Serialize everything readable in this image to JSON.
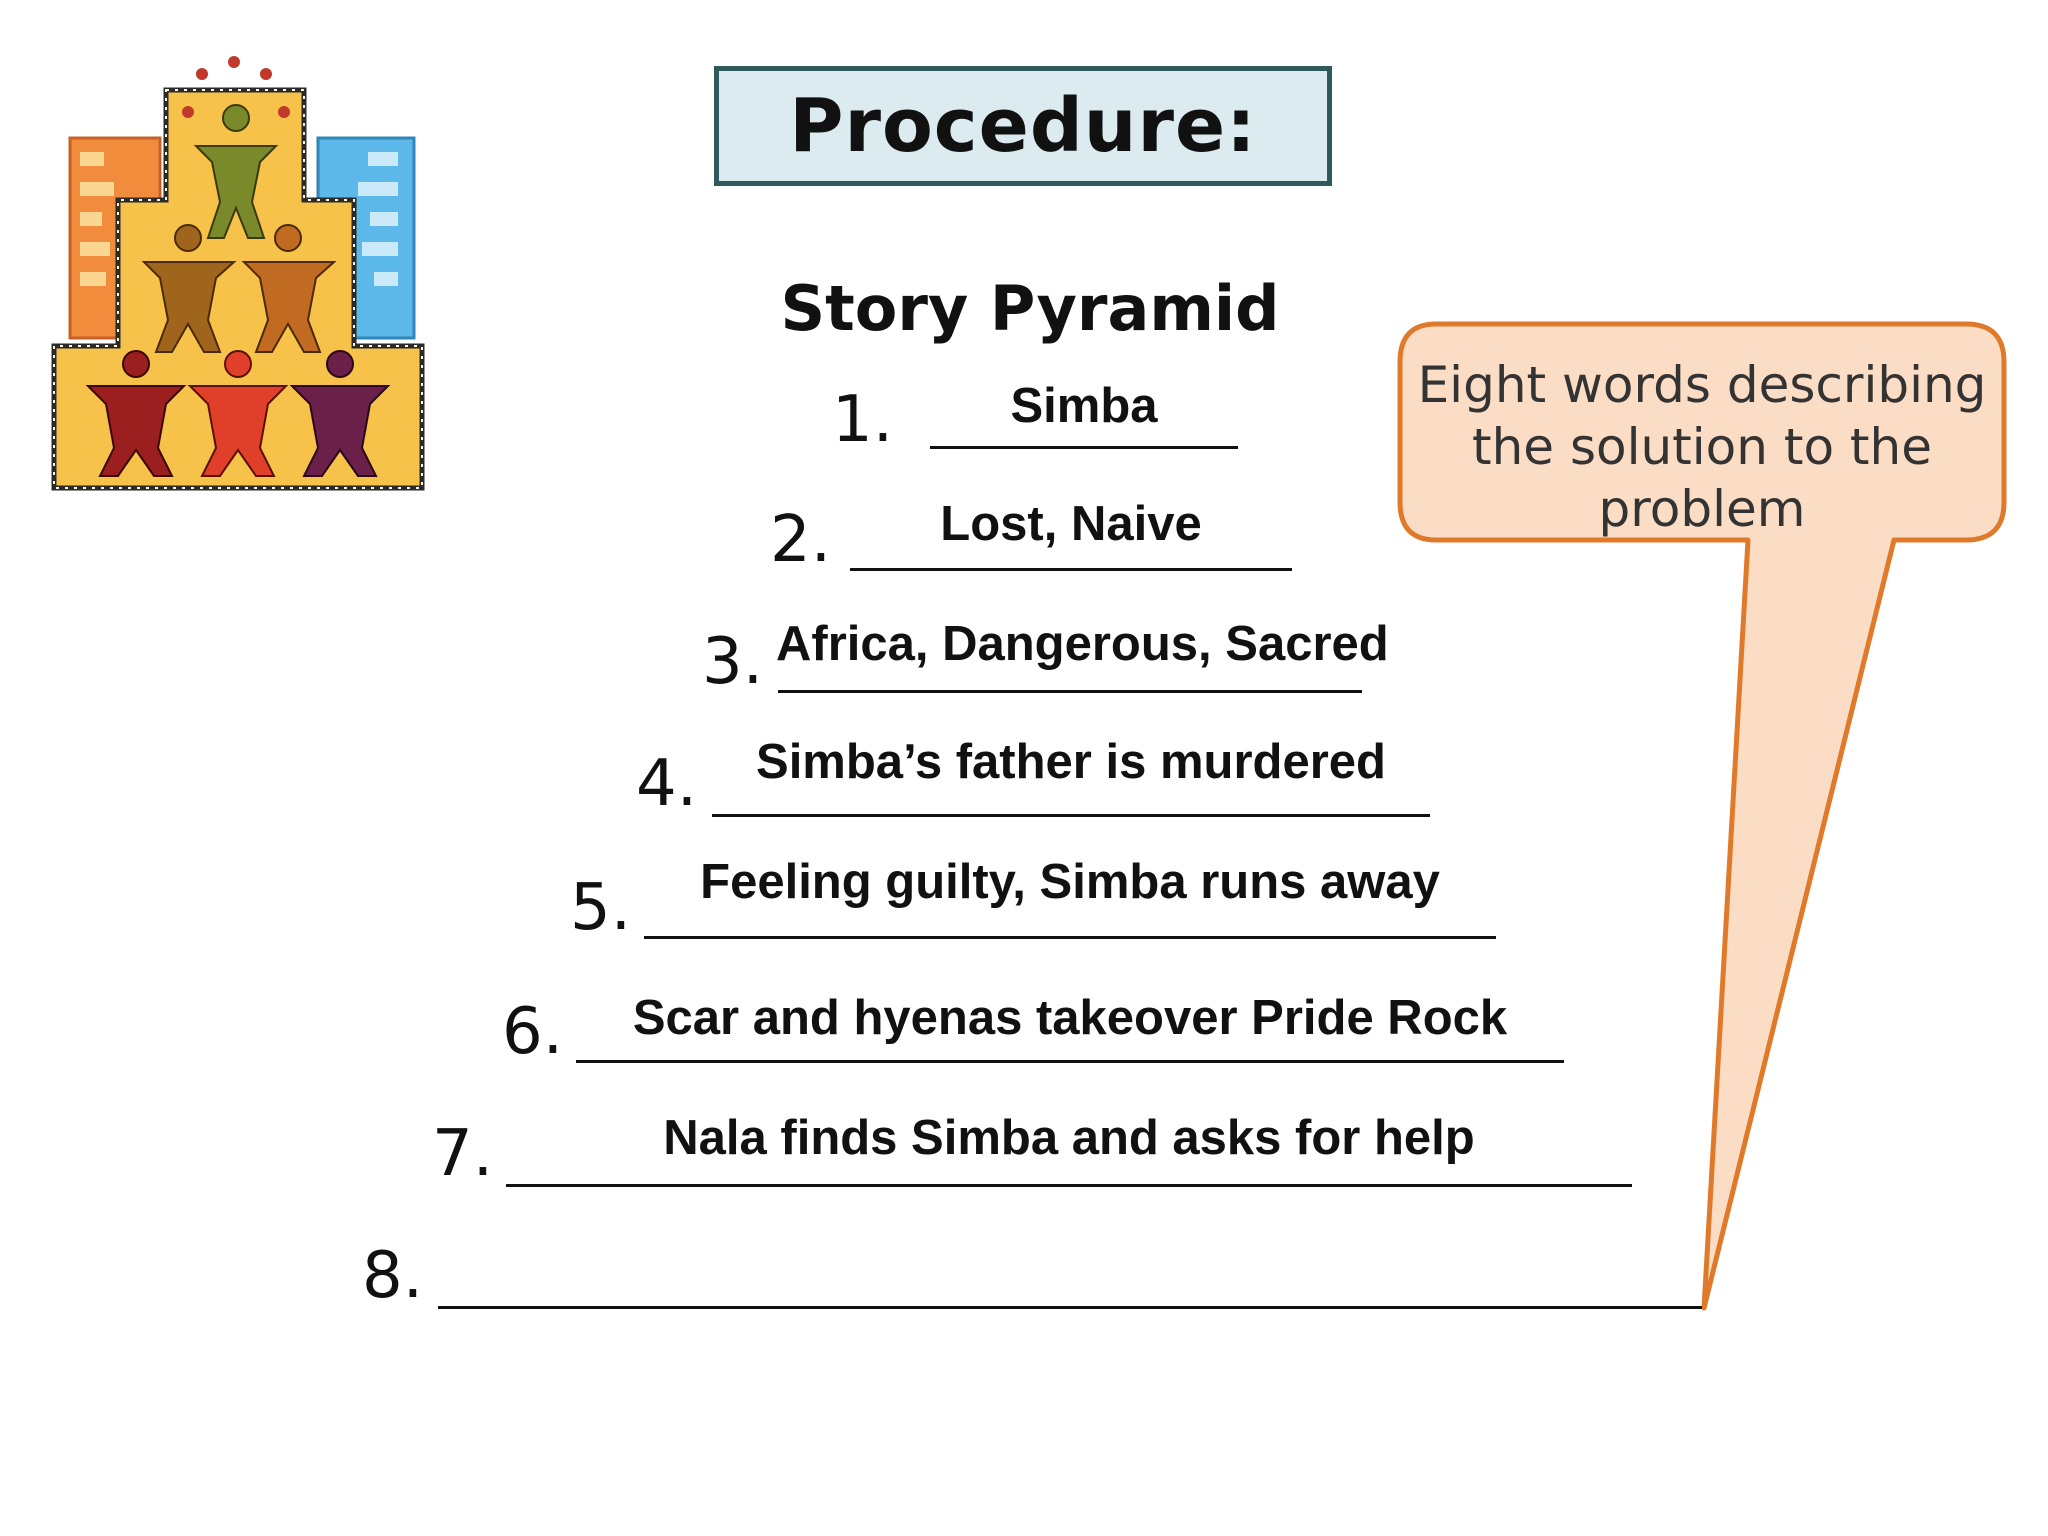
{
  "title": "Procedure:",
  "subtitle": "Story Pyramid",
  "lines": [
    {
      "number": "1.",
      "answer": "Simba"
    },
    {
      "number": "2.",
      "answer": "Lost, Naive"
    },
    {
      "number": "3.",
      "answer": "Africa, Dangerous, Sacred"
    },
    {
      "number": "4.",
      "answer": "Simba’s father is murdered"
    },
    {
      "number": "5.",
      "answer": "Feeling guilty, Simba runs away"
    },
    {
      "number": "6.",
      "answer": "Scar and hyenas takeover Pride Rock"
    },
    {
      "number": "7.",
      "answer": "Nala finds Simba and asks for help"
    },
    {
      "number": "8.",
      "answer": ""
    }
  ],
  "callout": {
    "text": "Eight words describing the solution to the problem",
    "fill": "#fbdcc4",
    "border": "#e07a2a"
  },
  "clipart": {
    "icon": "human-pyramid-icon",
    "colors": [
      "#f6c24a",
      "#f08c3c",
      "#5bb8e8"
    ]
  }
}
